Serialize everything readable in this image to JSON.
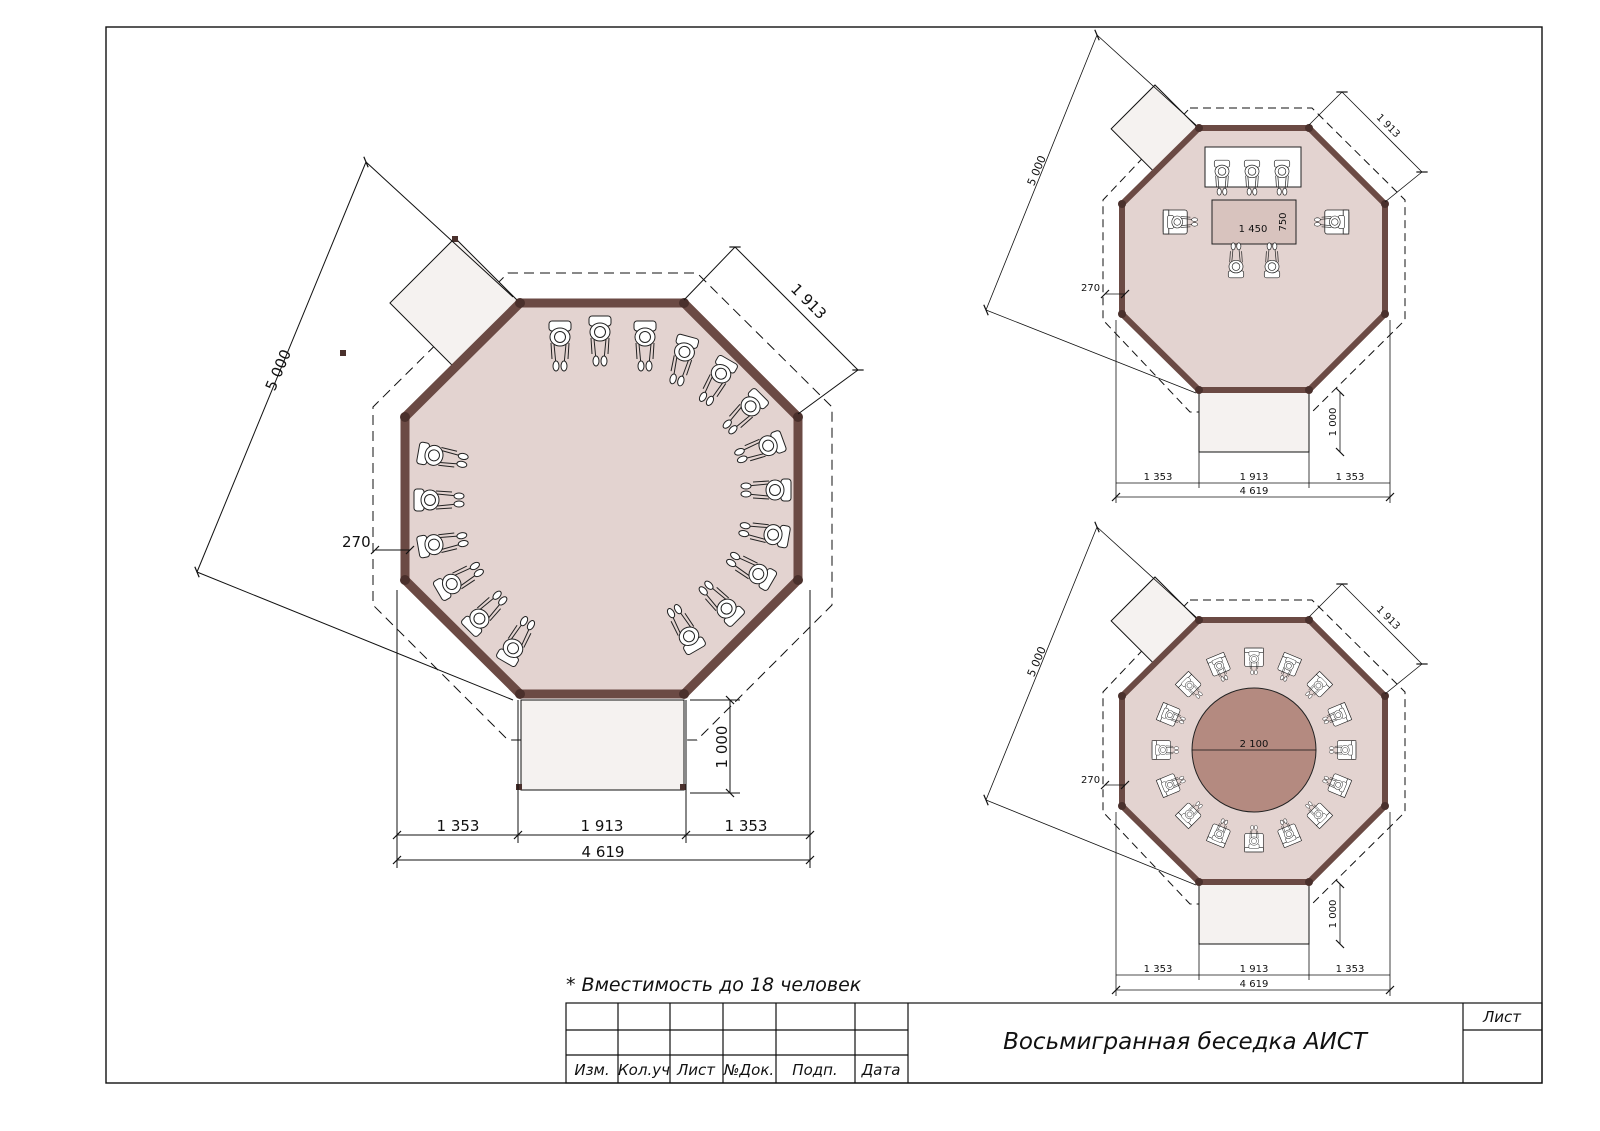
{
  "colors": {
    "floor": "#e3d3d0",
    "wall": "#6b4a44",
    "post": "#4a302c",
    "table": "#b48a80",
    "ink": "#111111",
    "paper": "#ffffff"
  },
  "note": "* Вместимость до 18 человек",
  "title_block": {
    "headers": [
      "Изм.",
      "Кол.уч",
      "Лист",
      "№Док.",
      "Подп.",
      "Дата"
    ],
    "title": "Восьмигранная беседка АИСТ",
    "sheet_label": "Лист"
  },
  "plans": {
    "main": {
      "diag": "5 000",
      "side": "1 913",
      "wall": "270",
      "porch": "1 000",
      "w_left": "1 353",
      "w_mid": "1 913",
      "w_right": "1 353",
      "total": "4 619"
    },
    "top_right": {
      "diag": "5 000",
      "side": "1 913",
      "wall": "270",
      "porch": "1 000",
      "w_left": "1 353",
      "w_mid": "1 913",
      "w_right": "1 353",
      "total": "4 619",
      "table_w": "1 450",
      "table_h": "750"
    },
    "bottom_right": {
      "diag": "5 000",
      "side": "1 913",
      "wall": "270",
      "porch": "1 000",
      "w_left": "1 353",
      "w_mid": "1 913",
      "w_right": "1 353",
      "total": "4 619",
      "table_d": "2 100"
    }
  }
}
